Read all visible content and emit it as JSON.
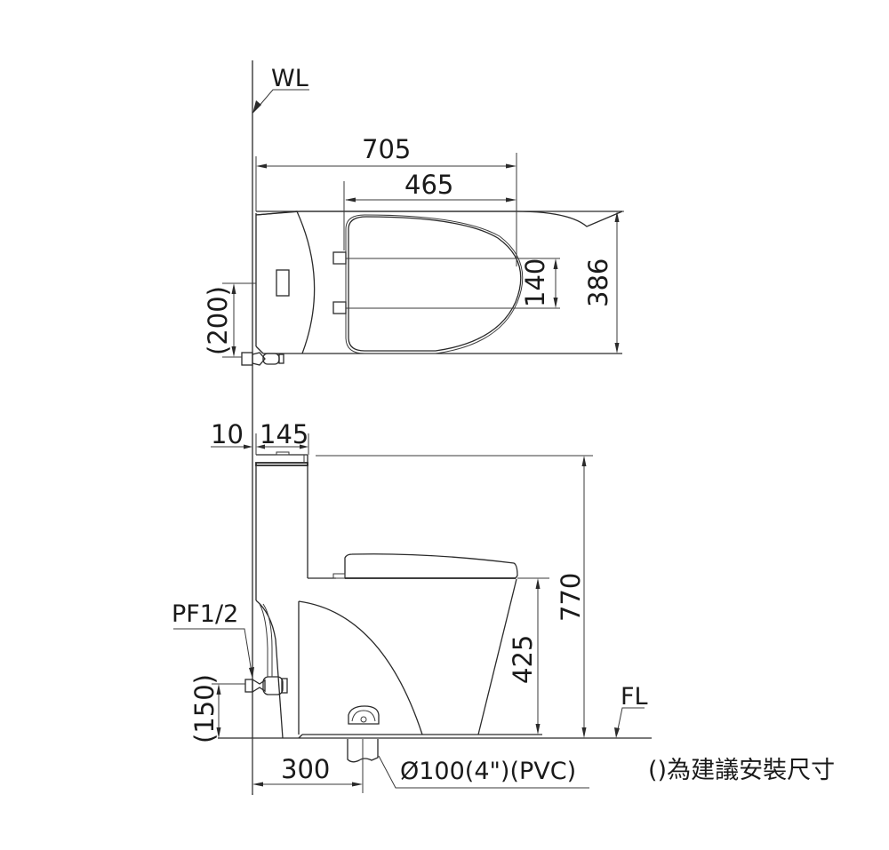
{
  "drawing": {
    "line_color": "#2a2a2a",
    "background": "#ffffff"
  },
  "labels": {
    "wall_line": "WL",
    "floor_line": "FL",
    "water_supply": "PF1/2",
    "drain_pipe": "Ø100(4\")(PVC)",
    "note": "()為建議安裝尺寸"
  },
  "top_view": {
    "dimensions": {
      "overall_length": "705",
      "seat_length": "465",
      "hinge_spacing": "140",
      "overall_width": "386",
      "supply_offset": "(200)"
    }
  },
  "side_view": {
    "dimensions": {
      "wall_gap": "10",
      "tank_depth": "145",
      "overall_height": "770",
      "seat_height": "425",
      "supply_height": "(150)",
      "rough_in": "300"
    }
  }
}
